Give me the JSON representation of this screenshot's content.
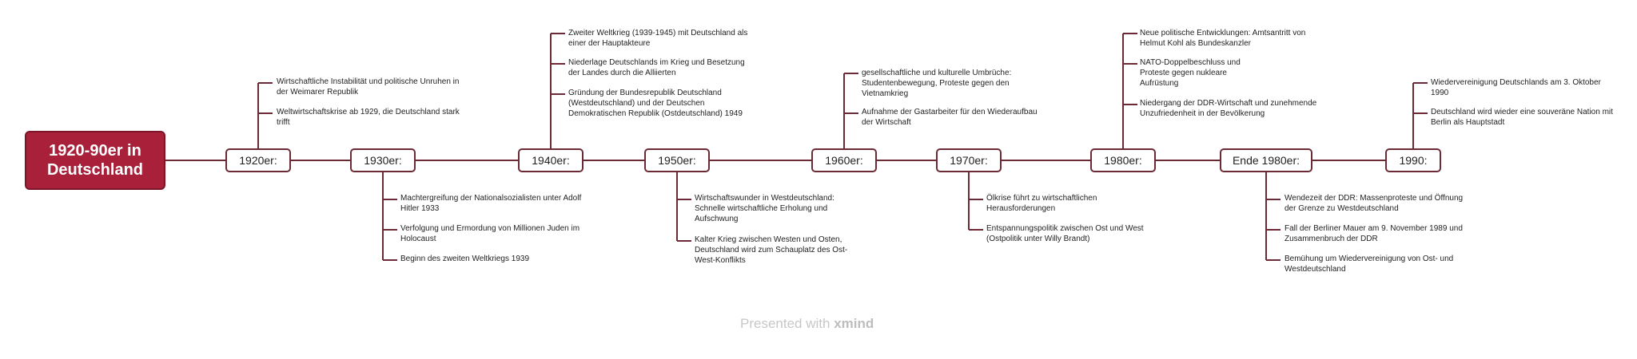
{
  "root": {
    "line1": "1920-90er in",
    "line2": "Deutschland"
  },
  "eras": [
    {
      "label": "1920er:",
      "items": [
        "Wirtschaftliche Instabilität und politische Unruhen in der Weimarer Republik",
        "Weltwirtschaftskrise ab 1929, die Deutschland stark trifft"
      ]
    },
    {
      "label": "1930er:",
      "items": [
        "Machtergreifung der Nationalsozialisten unter Adolf Hitler 1933",
        "Verfolgung und Ermordung von Millionen Juden im Holocaust",
        "Beginn des zweiten Weltkriegs 1939"
      ]
    },
    {
      "label": "1940er:",
      "items": [
        "Zweiter Weltkrieg (1939-1945) mit Deutschland als einer der Hauptakteure",
        "Niederlage Deutschlands im Krieg und Besetzung der Landes durch die Alliierten",
        "Gründung der Bundesrepublik Deutschland (Westdeutschland) und der Deutschen Demokratischen Republik (Ostdeutschland) 1949"
      ]
    },
    {
      "label": "1950er:",
      "items": [
        "Wirtschaftswunder in Westdeutschland: Schnelle wirtschaftliche Erholung und Aufschwung",
        "Kalter Krieg zwischen Westen und Osten, Deutschland wird zum Schauplatz des Ost-West-Konflikts"
      ]
    },
    {
      "label": "1960er:",
      "items": [
        "gesellschaftliche und kulturelle Umbrüche: Studentenbewegung, Proteste gegen den Vietnamkrieg",
        "Aufnahme der Gastarbeiter für den Wiederaufbau der Wirtschaft"
      ]
    },
    {
      "label": "1970er:",
      "items": [
        "Ölkrise führt zu wirtschaftlichen Herausforderungen",
        "Entspannungspolitik zwischen Ost und West (Ostpolitik unter Willy Brandt)"
      ]
    },
    {
      "label": "1980er:",
      "items": [
        "Neue politische Entwicklungen: Amtsantritt von Helmut Kohl als Bundeskanzler",
        "NATO-Doppelbeschluss und Proteste gegen nukleare Aufrüstung",
        "Niedergang der DDR-Wirtschaft und zunehmende Unzufriedenheit in der Bevölkerung"
      ]
    },
    {
      "label": "Ende 1980er:",
      "items": [
        "Wendezeit der DDR: Massenproteste und Öffnung der Grenze zu Westdeutschland",
        "Fall der Berliner Mauer am 9. November 1989 und Zusammenbruch der DDR",
        "Bemühung um Wiedervereinigung von Ost- und Westdeutschland"
      ]
    },
    {
      "label": "1990:",
      "items": [
        "Wiedervereinigung Deutschlands am 3. Oktober 1990",
        "Deutschland wird wieder eine souveräne Nation mit Berlin als Hauptstadt"
      ]
    }
  ],
  "footer": {
    "prefix": "Presented with",
    "brand": "xmind"
  },
  "colors": {
    "root_fill": "#a8203a",
    "line": "#6b2a35"
  }
}
